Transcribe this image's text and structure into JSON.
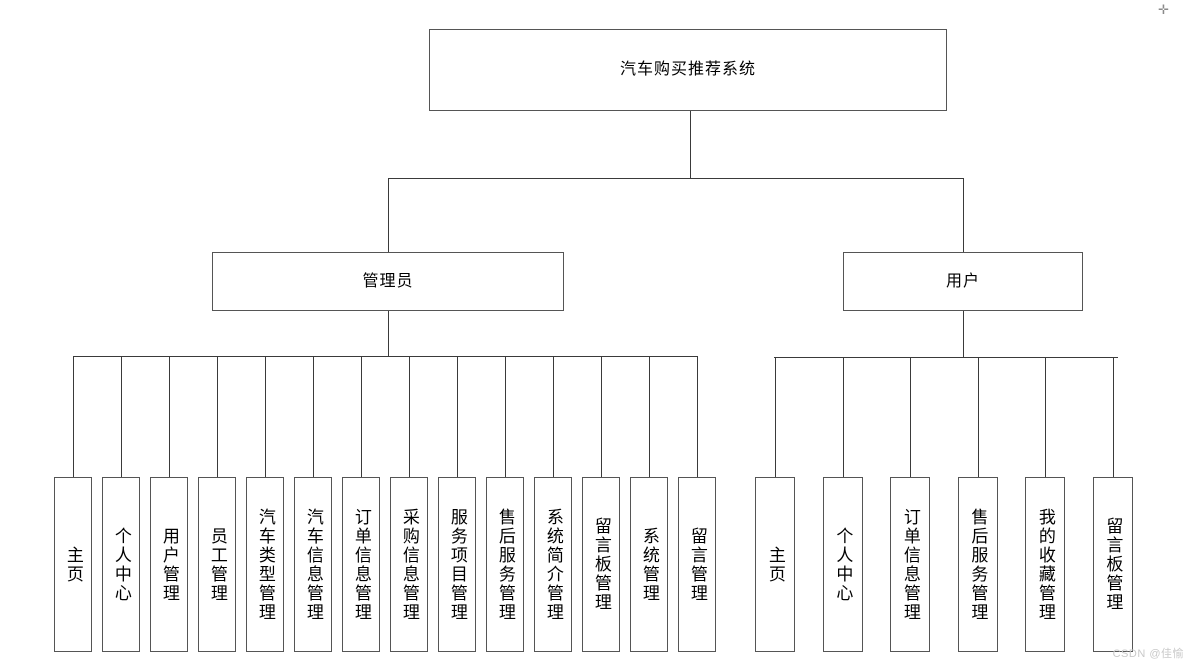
{
  "diagram": {
    "type": "system-functional-structure-tree",
    "root": {
      "label": "汽车购买推荐系统"
    },
    "roles": [
      {
        "label": "管理员"
      },
      {
        "label": "用户"
      }
    ],
    "admin_modules": [
      {
        "label": "主页"
      },
      {
        "label": "个人中心"
      },
      {
        "label": "用户管理"
      },
      {
        "label": "员工管理"
      },
      {
        "label": "汽车类型管理"
      },
      {
        "label": "汽车信息管理"
      },
      {
        "label": "订单信息管理"
      },
      {
        "label": "采购信息管理"
      },
      {
        "label": "服务项目管理"
      },
      {
        "label": "售后服务管理"
      },
      {
        "label": "系统简介管理"
      },
      {
        "label": "留言板管理"
      },
      {
        "label": "系统管理"
      },
      {
        "label": "留言管理"
      }
    ],
    "user_modules": [
      {
        "label": "主页"
      },
      {
        "label": "个人中心"
      },
      {
        "label": "订单信息管理"
      },
      {
        "label": "售后服务管理"
      },
      {
        "label": "我的收藏管理"
      },
      {
        "label": "留言板管理"
      }
    ]
  },
  "watermark": {
    "text": "CSDN @佳愉"
  },
  "colors": {
    "background": "#ffffff",
    "box_border": "#555555",
    "line": "#3a3a3a",
    "text": "#000000",
    "watermark": "#c9c9c9"
  }
}
